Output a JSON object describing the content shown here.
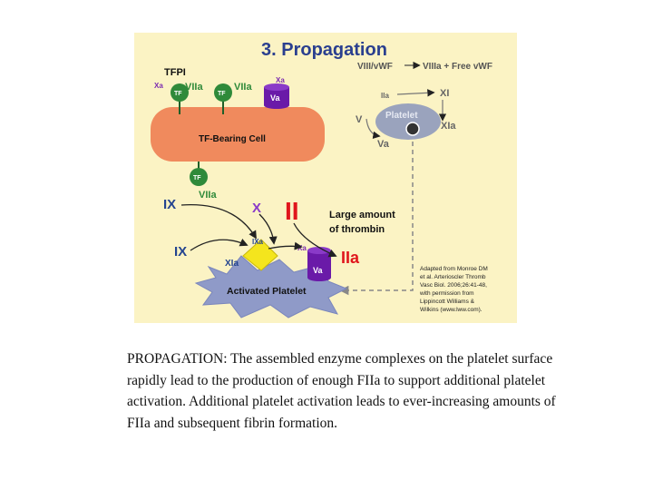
{
  "diagram": {
    "title": "3.  Propagation",
    "labels": {
      "tfpi": "TFPI",
      "xa_small_left": "Xa",
      "xa_top_right": "Xa",
      "viia_1": "VIIa",
      "viia_2": "VIIa",
      "viia_lower": "VIIa",
      "tf_1": "TF",
      "tf_2": "TF",
      "tf_lower": "TF",
      "va_cyl_top": "Va",
      "tf_bearing_cell": "TF-Bearing Cell",
      "viii_vwf": "VIII/vWF",
      "viiia_free_vwf": "VIIIa + Free vWF",
      "iia_small": "IIa",
      "xi": "XI",
      "platelet": "Platelet",
      "v": "V",
      "xia_right": "XIa",
      "va_right": "Va",
      "ix_upper": "IX",
      "ix_lower": "IX",
      "x": "X",
      "ii": "II",
      "large_amount_line1": "Large amount",
      "large_amount_line2": "of thrombin",
      "ixa": "IXa",
      "xa_center": "Xa",
      "xia_center": "XIa",
      "va_cyl_center": "Va",
      "iia_large": "IIa",
      "activated_platelet": "Activated Platelet"
    },
    "citation": [
      "Adapted from Monroe DM",
      "et al. Arterioscler Thromb",
      "Vasc Biol. 2006;26:41-48,",
      "with permission from",
      "Lippincott Williams &",
      "Wilkins (www.lww.com)."
    ],
    "colors": {
      "background": "#fbf3c4",
      "title": "#2a3f8f",
      "cell": "#f08a5d",
      "green": "#2f8a3a",
      "purple": "#6a1aa8",
      "red": "#e0161c",
      "blue_text": "#24448f",
      "platelet_burst": "#a9b4d8",
      "activated_platelet": "#8f9ac8",
      "yellow_diamond": "#f4e51d"
    }
  },
  "caption": [
    "PROPAGATION: The assembled enzyme complexes on the platelet surface",
    "rapidly lead to the production of enough FIIa to support additional platelet",
    "activation. Additional platelet activation leads to ever-increasing amounts of",
    "FIIa and subsequent fibrin formation."
  ]
}
